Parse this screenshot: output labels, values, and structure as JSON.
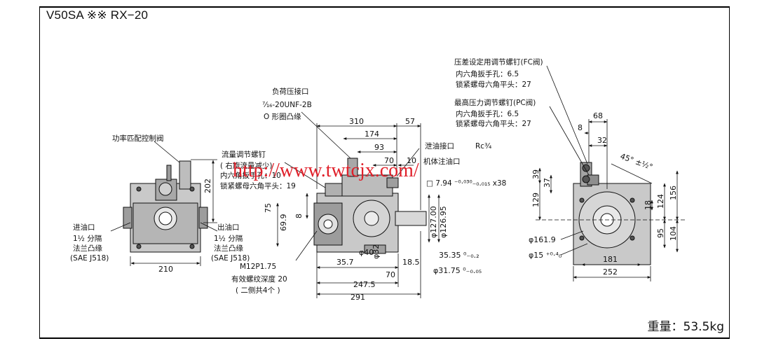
{
  "title": "V50SA ※※ RX−20",
  "weight": "重量：53.5kg",
  "watermark": "http://www.twtcjx.com/",
  "colors": {
    "line": "#111111",
    "body": "#c9c9c9",
    "body_dark": "#8a8a8a",
    "watermark": "#e0202a"
  },
  "left_view": {
    "label_control_valve": "功率匹配控制阀",
    "label_inlet": "进油口",
    "label_inlet_flange1": "1½  分隔",
    "label_inlet_flange2": "法兰凸缘",
    "label_inlet_std": "(SAE  J518)",
    "label_outlet": "出油口",
    "label_outlet_flange1": "1½  分隔",
    "label_outlet_flange2": "法兰凸缘",
    "label_outlet_std": "(SAE  J518)",
    "dim_202": "202",
    "dim_210": "210"
  },
  "middle_view": {
    "label_unload": "负荷压接口",
    "label_unload_thread": "⁷⁄₁₆-20UNF-2B",
    "label_unload_oring": "O 形圈凸缘",
    "label_flow_screw": "流量调节螺钉",
    "label_flow_note1": "( 右旋流量减少)",
    "label_flow_note2": "内六角扳手孔：10",
    "label_flow_note3": "锁紧螺母六角平头：19",
    "label_drain": "泄油接口",
    "label_drain_thread": "Rc¾",
    "label_fill": "机体注油口",
    "label_key": "□ 7.94 ⁻⁰·⁰³⁰₋₀.₀₁₅ x38",
    "label_thread": "M12P1.75",
    "label_thread_depth": "有效螺纹深度 20",
    "label_thread_count": "( 二侧共4个 )",
    "dims": {
      "d310": "310",
      "d57": "57",
      "d174": "174",
      "d93": "93",
      "d70a": "70",
      "d10": "10",
      "d75": "75",
      "d8": "8",
      "d699": "69.9",
      "d12700": "φ127.00",
      "d12695": "φ126.95",
      "d40": "φ40",
      "d32": "φ32",
      "d357": "35.7",
      "d185": "18.5",
      "d70b": "70",
      "d2475": "247.5",
      "d291": "291",
      "d3535": "35.35 ⁰₋₀.₂",
      "d3175": "φ31.75 ⁰₋₀.₀₅"
    }
  },
  "right_view": {
    "label_fc_screw": "压差设定用调节螺钉(FC阀)",
    "label_fc_hex": "内六角扳手孔：6.5",
    "label_fc_nut": "锁紧螺母六角平头：27",
    "label_pc_screw": "最高压力调节螺钉(PC阀)",
    "label_pc_hex": "内六角扳手孔：6.5",
    "label_pc_nut": "锁紧螺母六角平头：27",
    "dims": {
      "d68": "68",
      "d8": "8",
      "d32": "32",
      "d45": "45° ±½°",
      "d39": "39",
      "d37": "37",
      "d129": "129",
      "d18": "18",
      "d124": "124",
      "d156": "156",
      "d95": "95",
      "d104": "104",
      "d1619": "φ161.9",
      "d15": "φ15 ⁺⁰·⁴₀",
      "d181": "181",
      "d252": "252"
    }
  }
}
